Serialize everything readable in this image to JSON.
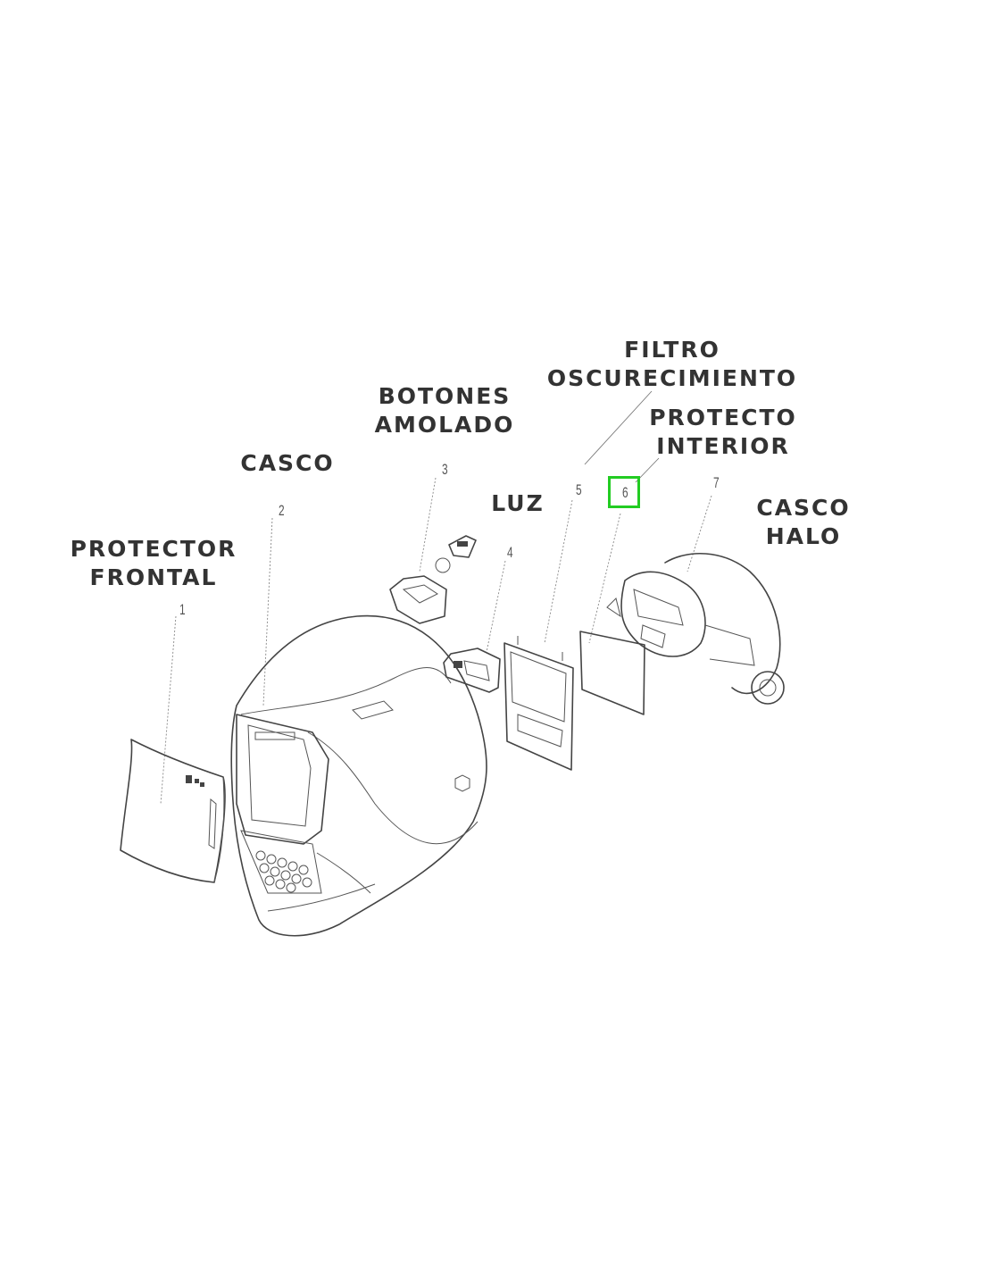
{
  "labels": {
    "filtro": [
      "FILTRO",
      "OSCURECIMIENTO"
    ],
    "protecto": [
      "PROTECTO",
      "INTERIOR"
    ],
    "botones": [
      "BOTONES",
      "AMOLADO"
    ],
    "casco": "CASCO",
    "luz": "LUZ",
    "casco_halo": [
      "CASCO",
      "HALO"
    ],
    "protector": [
      "PROTECTOR",
      "FRONTAL"
    ]
  },
  "part_numbers": {
    "p1": "1",
    "p2": "2",
    "p3": "3",
    "p4": "4",
    "p5": "5",
    "p6": "6",
    "p7": "7"
  },
  "highlight": {
    "part": "6",
    "color": "#22cc22"
  },
  "text_color": "#333333"
}
